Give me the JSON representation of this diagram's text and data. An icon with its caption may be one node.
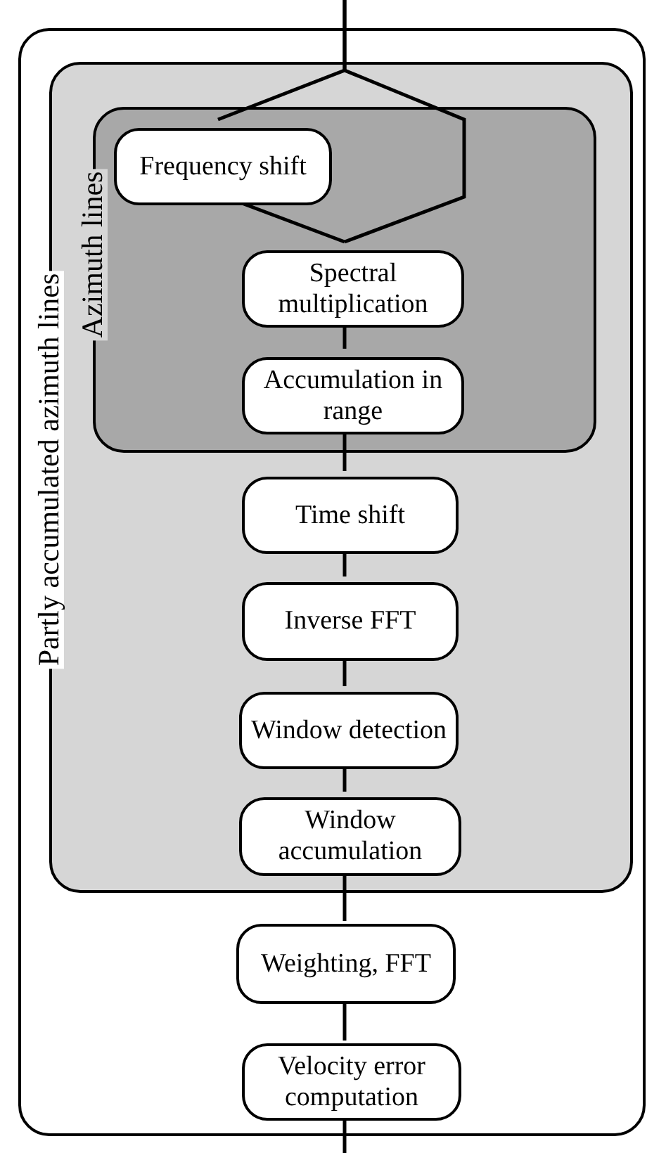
{
  "diagram": {
    "nodes": [
      {
        "text": [],
        "shape": "box"
      },
      {
        "text": [
          "Partly accumulated azimuth lines"
        ],
        "in": 0
      },
      {
        "text": [
          "Azimuth lines"
        ],
        "in": 1
      },
      {
        "text": [
          "Frequency shift"
        ],
        "in": 2
      },
      {
        "text": [
          "Spectral multiplication"
        ],
        "in": 2
      },
      {
        "text": [
          "Accumulation in range"
        ],
        "in": 2
      },
      {
        "text": [
          "Time shift"
        ],
        "in": 1
      },
      {
        "text": [
          "Inverse FFT"
        ],
        "in": 1
      },
      {
        "text": [
          "Window detection"
        ],
        "in": 1
      },
      {
        "text": [
          "Window accumulation"
        ],
        "in": 1
      },
      {
        "text": [
          "Weighting, FFT"
        ],
        "in": 0
      },
      {
        "text": [
          "Velocity error computation"
        ],
        "in": 0
      }
    ],
    "edges": [
      {
        "from": null,
        "to": 3,
        "arrow": "none"
      },
      {
        "from": null,
        "to": 4,
        "arrow": "none"
      },
      {
        "from": 3,
        "to": 4,
        "arrow": "none"
      },
      {
        "from": 4,
        "to": 5,
        "arrow": "none"
      },
      {
        "from": 5,
        "to": 6,
        "arrow": "none"
      },
      {
        "from": 6,
        "to": 7,
        "arrow": "none"
      },
      {
        "from": 7,
        "to": 8,
        "arrow": "none"
      },
      {
        "from": 8,
        "to": 9,
        "arrow": "none"
      },
      {
        "from": 9,
        "to": 10,
        "arrow": "none"
      },
      {
        "from": 10,
        "to": 11,
        "arrow": "none"
      },
      {
        "from": 11,
        "to": null,
        "arrow": "none"
      }
    ]
  }
}
